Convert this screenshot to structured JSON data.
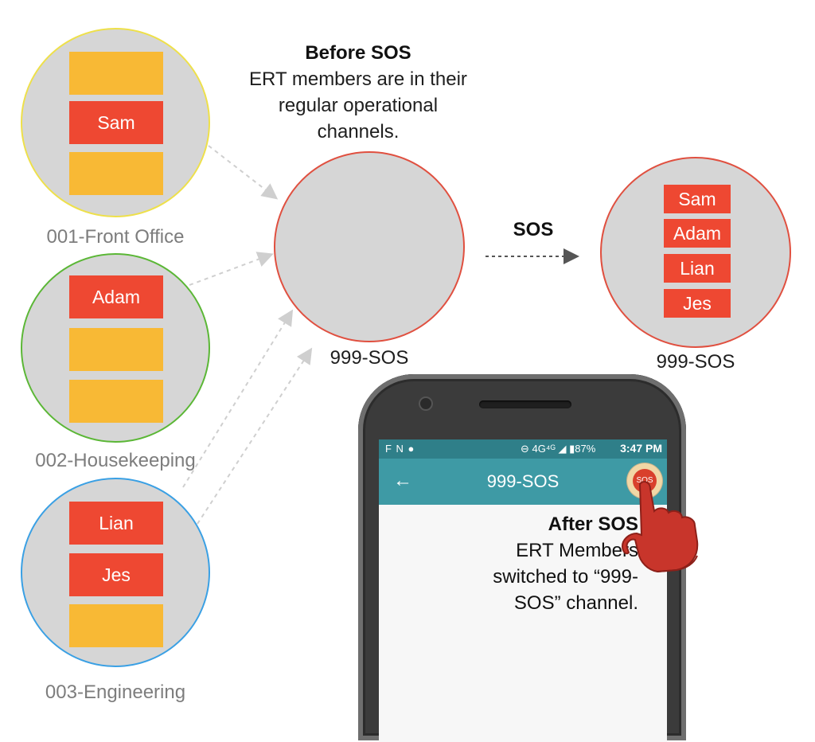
{
  "colors": {
    "member_slot": "#ee4832",
    "empty_slot": "#f8b935",
    "channel_fill": "#d6d6d6",
    "front_office_ring": "#eee04a",
    "housekeeping_ring": "#5bb736",
    "engineering_ring": "#3aa0e4",
    "sos_ring": "#e05040",
    "app_bar": "#3e9aa5"
  },
  "channels": [
    {
      "label": "001-Front Office",
      "slots": [
        "",
        "Sam",
        ""
      ]
    },
    {
      "label": "002-Housekeeping",
      "slots": [
        "Adam",
        "",
        ""
      ]
    },
    {
      "label": "003-Engineering",
      "slots": [
        "Lian",
        "Jes",
        ""
      ]
    }
  ],
  "sos_before": {
    "label": "999-SOS"
  },
  "sos_after": {
    "label": "999-SOS",
    "members": [
      "Sam",
      "Adam",
      "Lian",
      "Jes"
    ]
  },
  "before_caption": {
    "title": "Before SOS",
    "lines": [
      "ERT members are in their",
      "regular operational",
      "channels."
    ]
  },
  "sos_arrow_label": "SOS",
  "phone": {
    "status": {
      "left_icons": "F  N  ●",
      "right": "⊖ 4G⁴ᴳ ◢  ▮87%",
      "time": "3:47 PM"
    },
    "appbar": {
      "back_icon": "←",
      "title": "999-SOS",
      "sos_button": "SOS"
    },
    "caption": {
      "title": "After SOS",
      "lines": [
        "ERT Members",
        "switched to “999-",
        "SOS” channel."
      ]
    }
  }
}
